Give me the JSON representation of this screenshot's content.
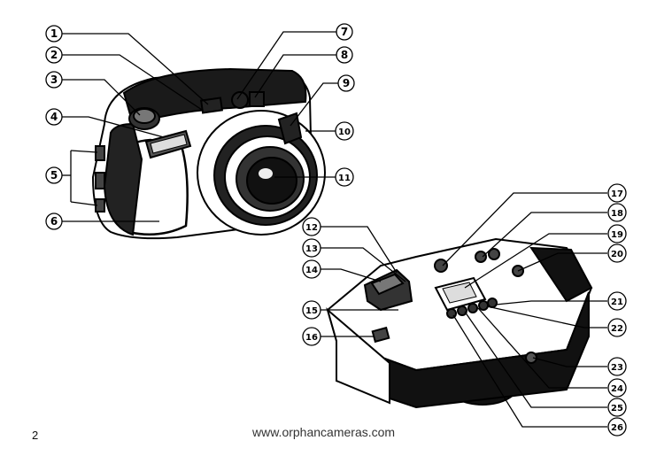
{
  "page": {
    "number": "2",
    "footer_url": "www.orphancameras.com"
  },
  "callouts": {
    "front_left": [
      "1",
      "2",
      "3",
      "4",
      "5",
      "6"
    ],
    "front_right": [
      "7",
      "8",
      "9",
      "10",
      "11"
    ],
    "back_left": [
      "12",
      "13",
      "14",
      "15",
      "16"
    ],
    "back_right": [
      "17",
      "18",
      "19",
      "20",
      "21",
      "22",
      "23",
      "24",
      "25",
      "26"
    ]
  },
  "icons": {
    "front_camera": "camera-front-illustration",
    "rear_camera": "camera-rear-illustration"
  }
}
